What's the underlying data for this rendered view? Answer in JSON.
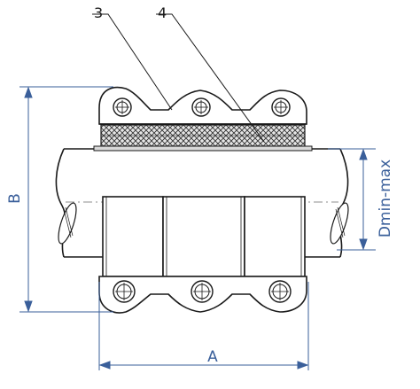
{
  "callouts": {
    "part_3": "3",
    "part_4": "4"
  },
  "dimensions": {
    "width": "A",
    "height": "B",
    "pipe_range": "Dmin-max"
  },
  "colors": {
    "outline": "#1a1a1a",
    "dimension": "#3a5f9a",
    "gasket_fill": "#d9d9d9",
    "bolt_fill": "#ffffff"
  }
}
